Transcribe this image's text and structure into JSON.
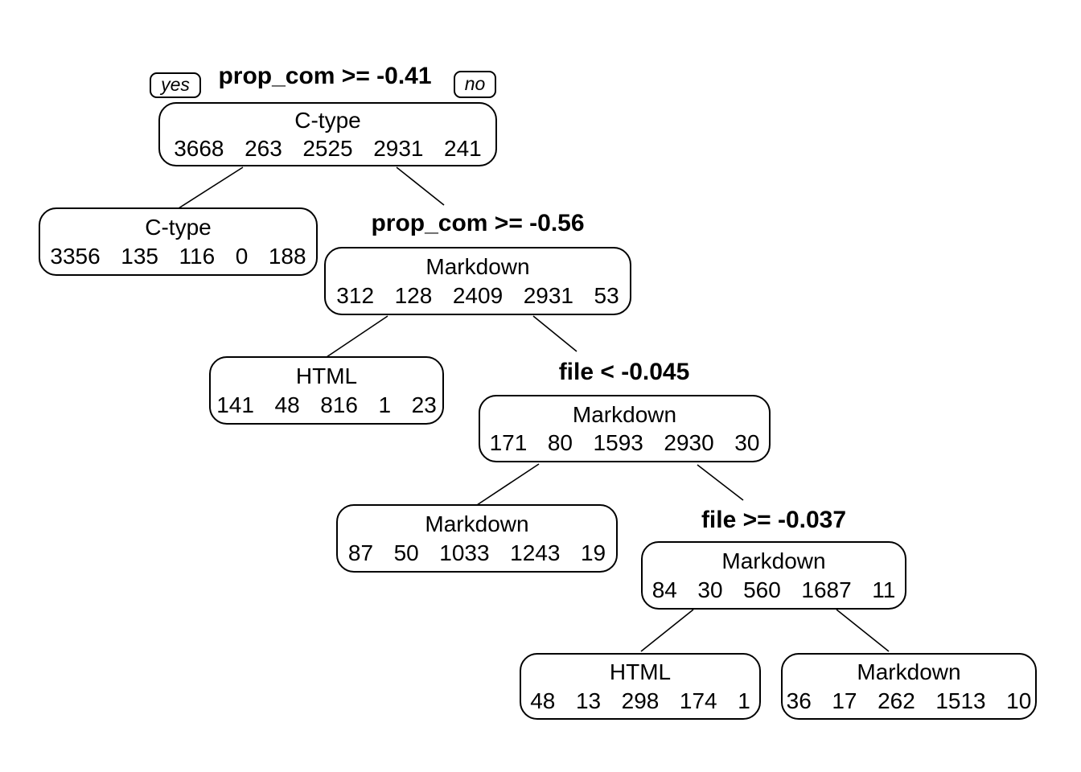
{
  "figure": {
    "kind": "rpart-style decision tree plot",
    "background_color": "#ffffff",
    "stroke_color": "#000000"
  },
  "edge_labels": {
    "yes": "yes",
    "no": "no"
  },
  "tree": {
    "split": "prop_com >= -0.41",
    "class": "C-type",
    "counts": [
      3668,
      263,
      2525,
      2931,
      241
    ],
    "children": [
      {
        "class": "C-type",
        "counts": [
          3356,
          135,
          116,
          0,
          188
        ]
      },
      {
        "split": "prop_com >= -0.56",
        "class": "Markdown",
        "counts": [
          312,
          128,
          2409,
          2931,
          53
        ],
        "children": [
          {
            "class": "HTML",
            "counts": [
              141,
              48,
              816,
              1,
              23
            ]
          },
          {
            "split": "file < -0.045",
            "class": "Markdown",
            "counts": [
              171,
              80,
              1593,
              2930,
              30
            ],
            "children": [
              {
                "class": "Markdown",
                "counts": [
                  87,
                  50,
                  1033,
                  1243,
                  19
                ]
              },
              {
                "split": "file >= -0.037",
                "class": "Markdown",
                "counts": [
                  84,
                  30,
                  560,
                  1687,
                  11
                ],
                "children": [
                  {
                    "class": "HTML",
                    "counts": [
                      48,
                      13,
                      298,
                      174,
                      1
                    ]
                  },
                  {
                    "class": "Markdown",
                    "counts": [
                      36,
                      17,
                      262,
                      1513,
                      10
                    ]
                  }
                ]
              }
            ]
          }
        ]
      }
    ]
  }
}
